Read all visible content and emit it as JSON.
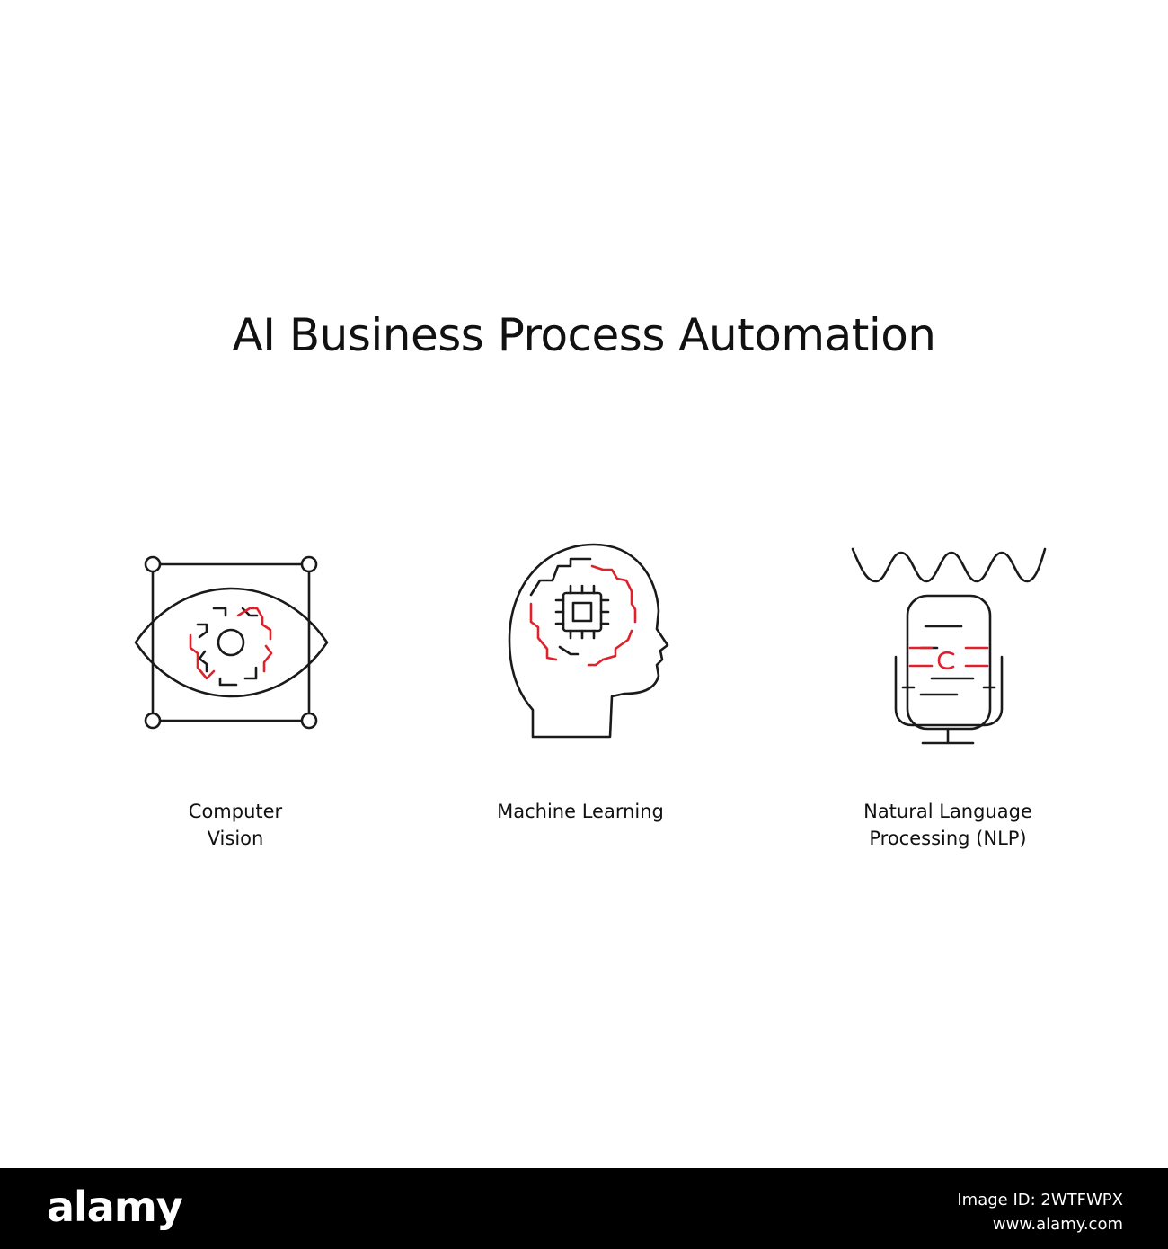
{
  "title": "AI Business Process Automation",
  "items": [
    {
      "label_lines": [
        "Computer",
        "Vision"
      ],
      "icon": "eye-gear-icon"
    },
    {
      "label_lines": [
        "Machine Learning"
      ],
      "icon": "head-chip-icon"
    },
    {
      "label_lines": [
        "Natural Language",
        "Processing (NLP)"
      ],
      "icon": "microphone-wave-icon"
    }
  ],
  "footer": {
    "logo": "alamy",
    "image_id": "Image ID: 2WTFWPX",
    "site": "www.alamy.com"
  },
  "colors": {
    "stroke": "#1a1a1a",
    "accent": "#e0202a",
    "footer_bg": "#000000"
  }
}
